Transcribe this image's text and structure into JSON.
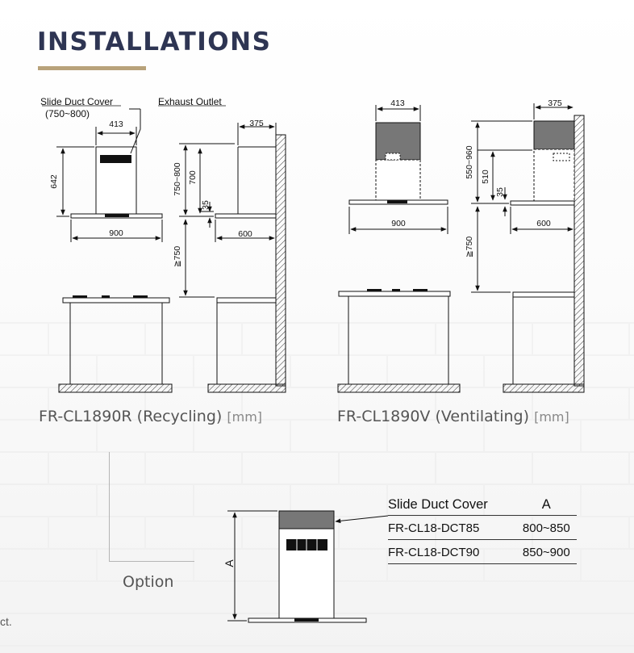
{
  "page": {
    "title": "INSTALLATIONS",
    "cut_text": "ct."
  },
  "recycling": {
    "caption": "FR-CL1890R (Recycling)",
    "unit": "[mm]",
    "labels": {
      "slide_duct_cover": "Slide Duct Cover",
      "slide_duct_range": "(750~800)",
      "exhaust_outlet": "Exhaust Outlet"
    },
    "front": {
      "width_top": "413",
      "height": "642",
      "width_bottom": "900"
    },
    "side": {
      "depth_top": "375",
      "height_range": "750~800",
      "chimney": "700",
      "glass": "35",
      "depth_bottom": "600",
      "clearance": "≧750"
    }
  },
  "ventilating": {
    "caption": "FR-CL1890V (Ventilating)",
    "unit": "[mm]",
    "front": {
      "width_top": "413",
      "width_bottom": "900"
    },
    "side": {
      "depth_top": "375",
      "height_range": "550~960",
      "chimney": "510",
      "glass": "35",
      "depth_bottom": "600",
      "clearance": "≧750"
    }
  },
  "option": {
    "label": "Option",
    "dimension": "A",
    "table": {
      "headers": [
        "Slide Duct Cover",
        "A"
      ],
      "rows": [
        [
          "FR-CL18-DCT85",
          "800~850"
        ],
        [
          "FR-CL18-DCT90",
          "850~900"
        ]
      ]
    }
  }
}
